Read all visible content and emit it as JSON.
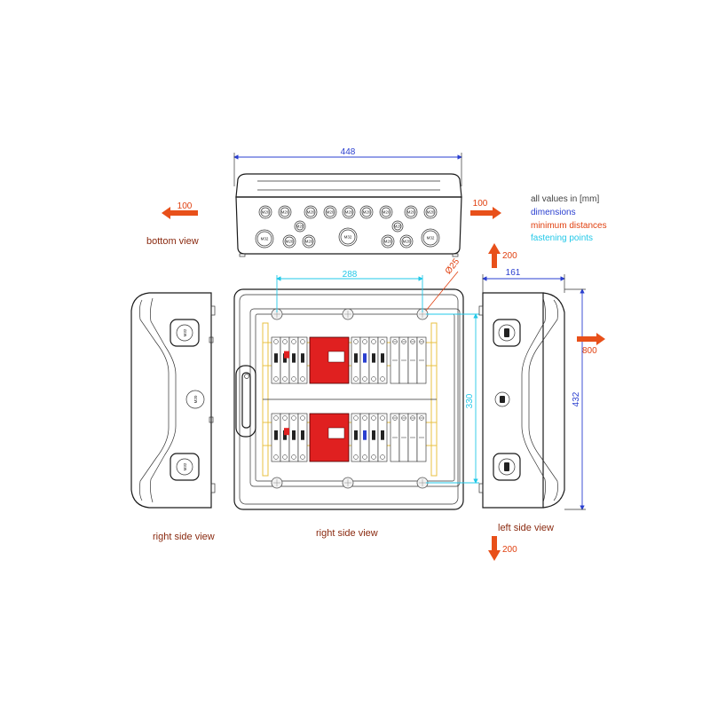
{
  "legend": {
    "heading": "all values in [mm]",
    "dimensions": "dimensions",
    "minimum_distances": "minimum distances",
    "fastening_points": "fastening points",
    "colors": {
      "heading": "#444444",
      "dimensions": "#2a3fd0",
      "minimum_distances": "#e04010",
      "fastening_points": "#22c8e8"
    }
  },
  "views": {
    "bottom": "bottom view",
    "right_side": "right side view",
    "front": "right side view",
    "left_side": "left side view"
  },
  "dimensions": {
    "width": "448",
    "depth": "161",
    "height": "432",
    "hole_spacing_h": "288",
    "hole_spacing_v": "330",
    "hole_diameter": "Ø25"
  },
  "clearances": {
    "left": "100",
    "right": "100",
    "top": "200",
    "side": "800",
    "bottom": "200",
    "arrow_color": "#e8501a"
  },
  "glands": {
    "small": "M20",
    "large": "M32"
  },
  "colors": {
    "surge_arrester": "#e02020",
    "outline": "#1a1a1a",
    "din_rail": "#e8c040"
  }
}
